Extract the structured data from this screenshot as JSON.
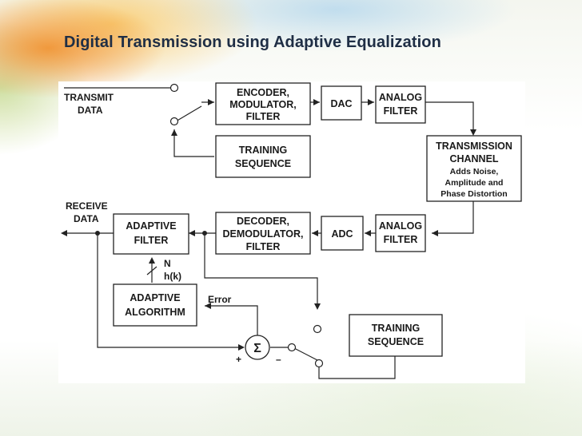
{
  "title": "Digital Transmission using Adaptive Equalization",
  "diagram": {
    "transmit_data": [
      "TRANSMIT",
      "DATA"
    ],
    "receive_data": [
      "RECEIVE",
      "DATA"
    ],
    "encoder": [
      "ENCODER,",
      "MODULATOR,",
      "FILTER"
    ],
    "dac": [
      "DAC"
    ],
    "analog_filter_tx": [
      "ANALOG",
      "FILTER"
    ],
    "training_sequence_tx": [
      "TRAINING",
      "SEQUENCE"
    ],
    "transmission_channel": [
      "TRANSMISSION",
      "CHANNEL",
      "Adds Noise,",
      "Amplitude and",
      "Phase Distortion"
    ],
    "analog_filter_rx": [
      "ANALOG",
      "FILTER"
    ],
    "adc": [
      "ADC"
    ],
    "decoder": [
      "DECODER,",
      "DEMODULATOR,",
      "FILTER"
    ],
    "adaptive_filter": [
      "ADAPTIVE",
      "FILTER"
    ],
    "adaptive_algorithm": [
      "ADAPTIVE",
      "ALGORITHM"
    ],
    "training_sequence_rx": [
      "TRAINING",
      "SEQUENCE"
    ],
    "coeff_label": [
      "N",
      "h(k)"
    ],
    "error_label": "Error",
    "sum_symbol": "Σ",
    "plus_sign": "+",
    "minus_sign": "–"
  }
}
